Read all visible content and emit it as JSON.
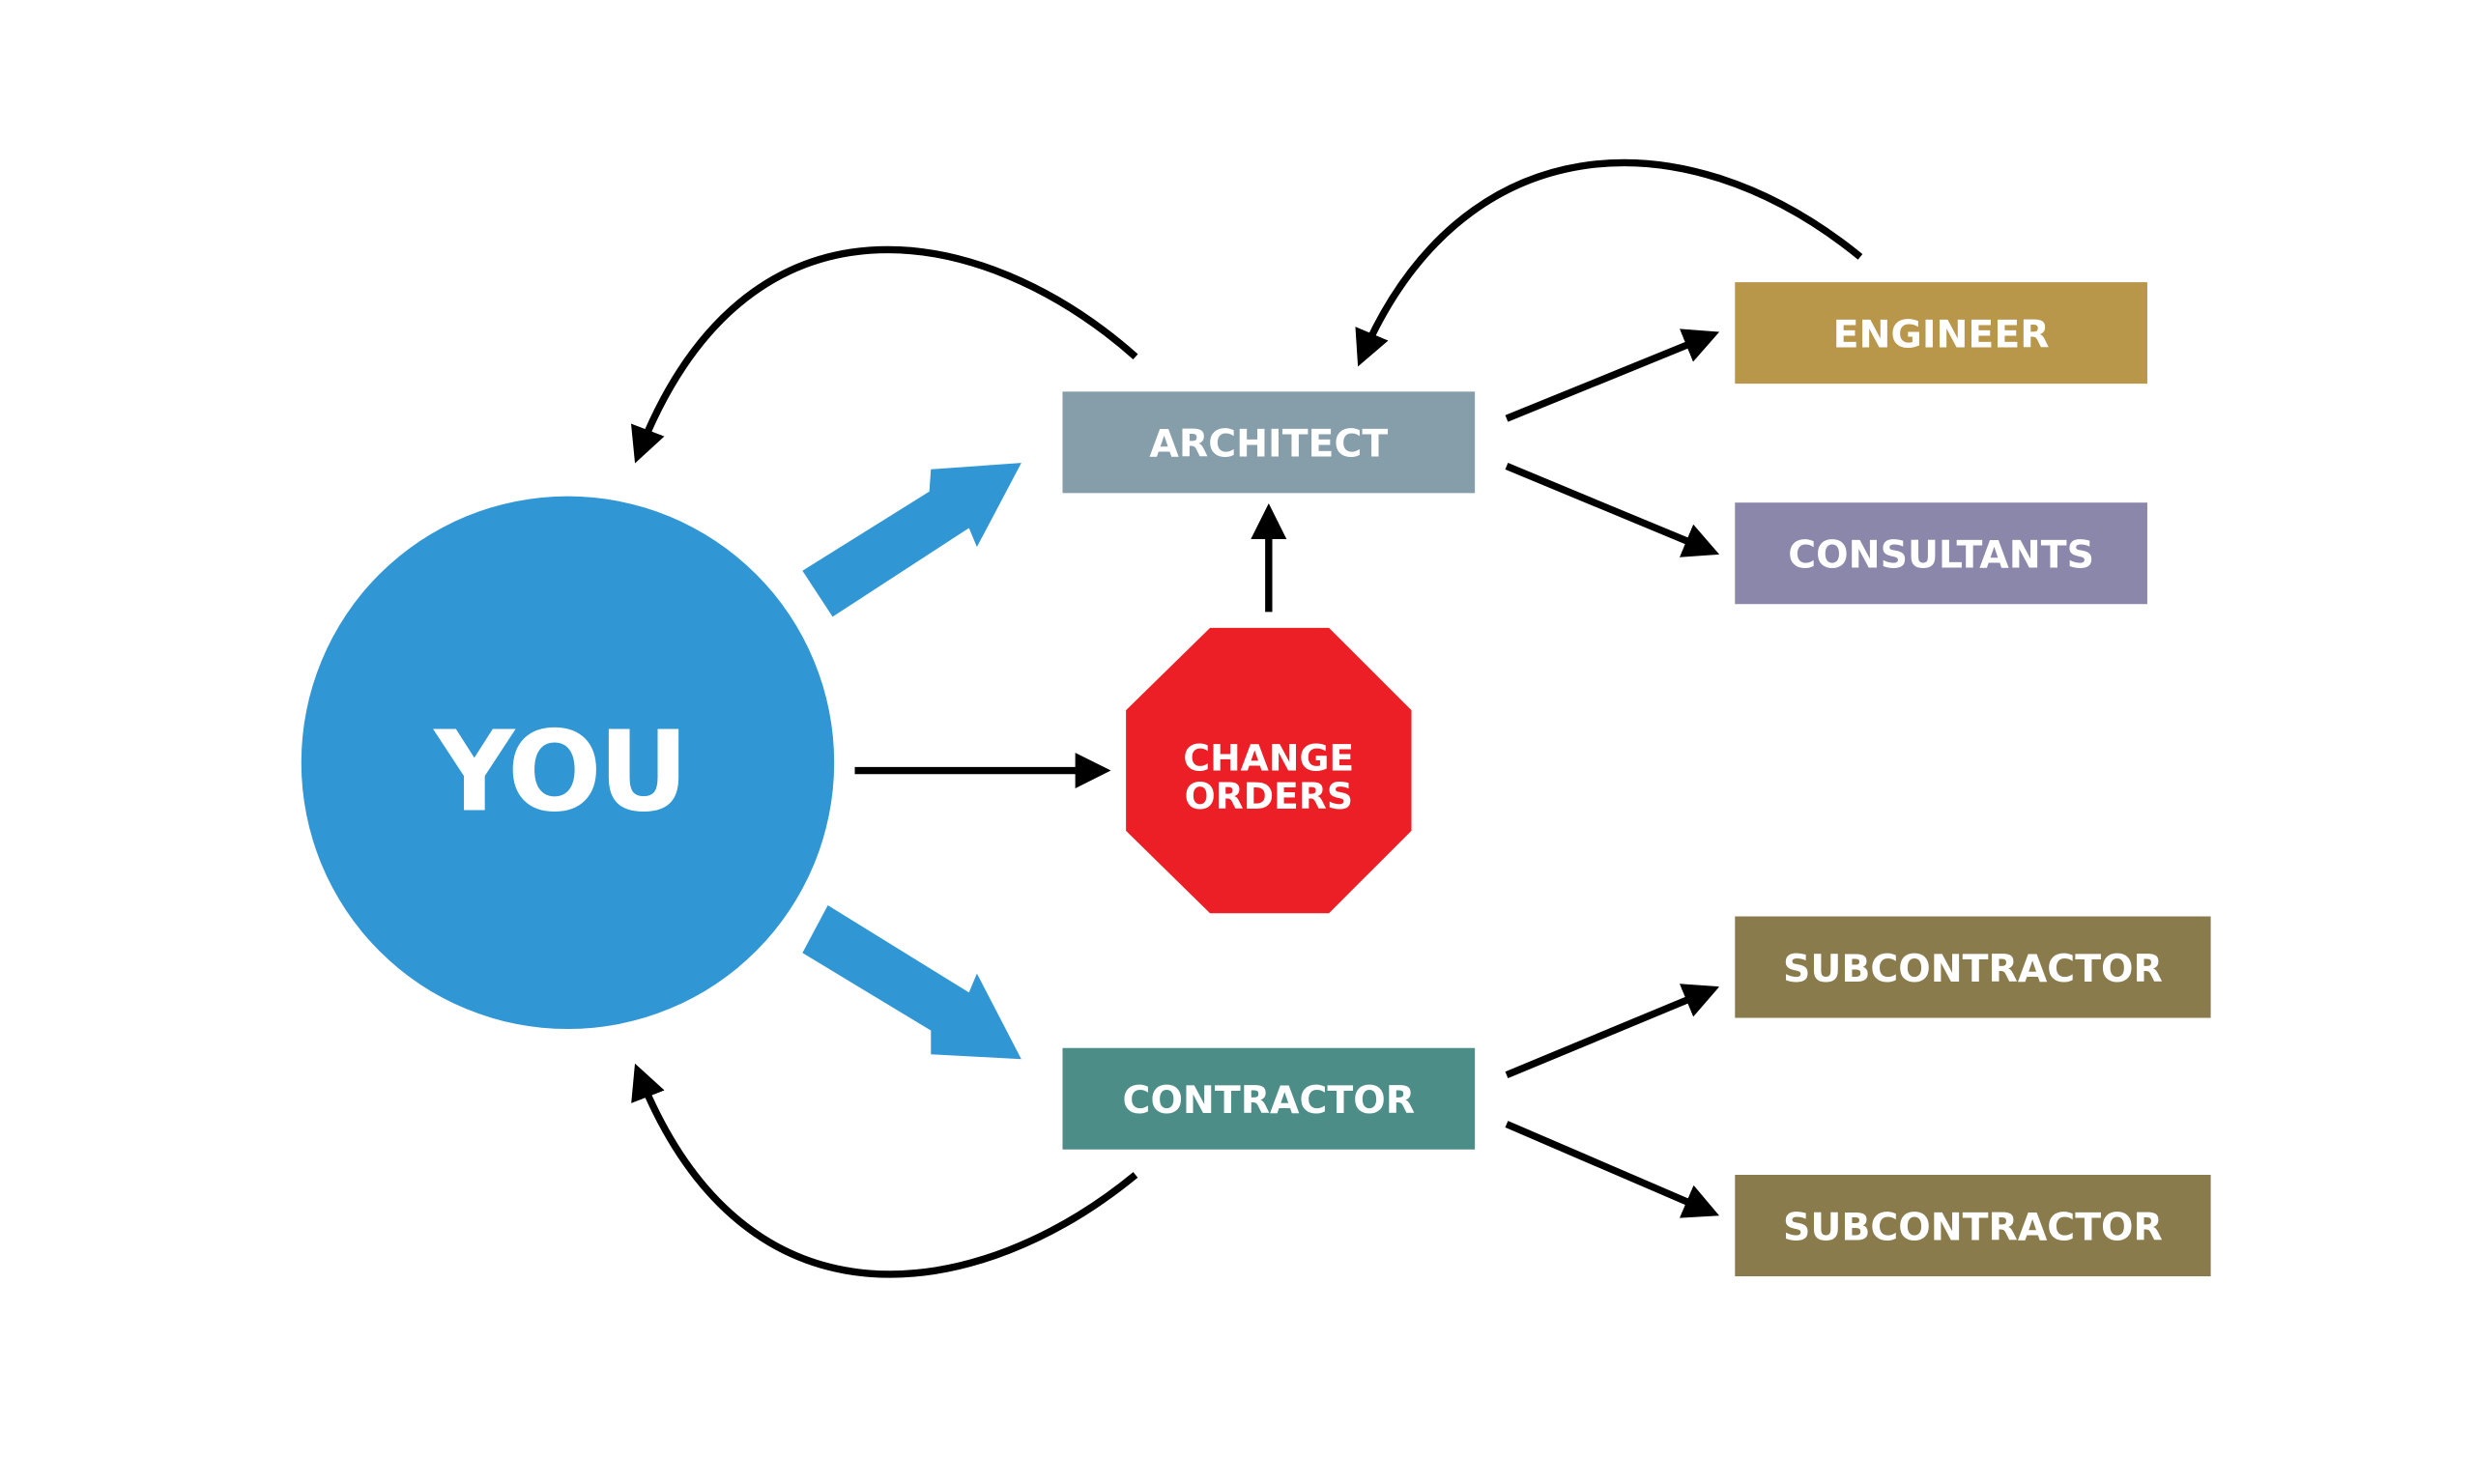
{
  "nodes": {
    "you": {
      "label": "YOU",
      "color": "#3097d4"
    },
    "architect": {
      "label": "ARCHITECT",
      "color": "#869daa"
    },
    "contractor": {
      "label": "CONTRACTOR",
      "color": "#4d8d88"
    },
    "change_orders": {
      "label_line1": "CHANGE",
      "label_line2": "ORDERS",
      "color": "#ec1f26"
    },
    "engineer": {
      "label": "ENGINEER",
      "color": "#b8964a"
    },
    "consultants": {
      "label": "CONSULTANTS",
      "color": "#8a87ab"
    },
    "subcontractor_1": {
      "label": "SUBCONTRACTOR",
      "color": "#8a7b4d"
    },
    "subcontractor_2": {
      "label": "SUBCONTRACTOR",
      "color": "#8a7b4d"
    }
  },
  "colors": {
    "blue_arrow": "#3097d4",
    "connector": "#000000",
    "background": "#ffffff"
  }
}
